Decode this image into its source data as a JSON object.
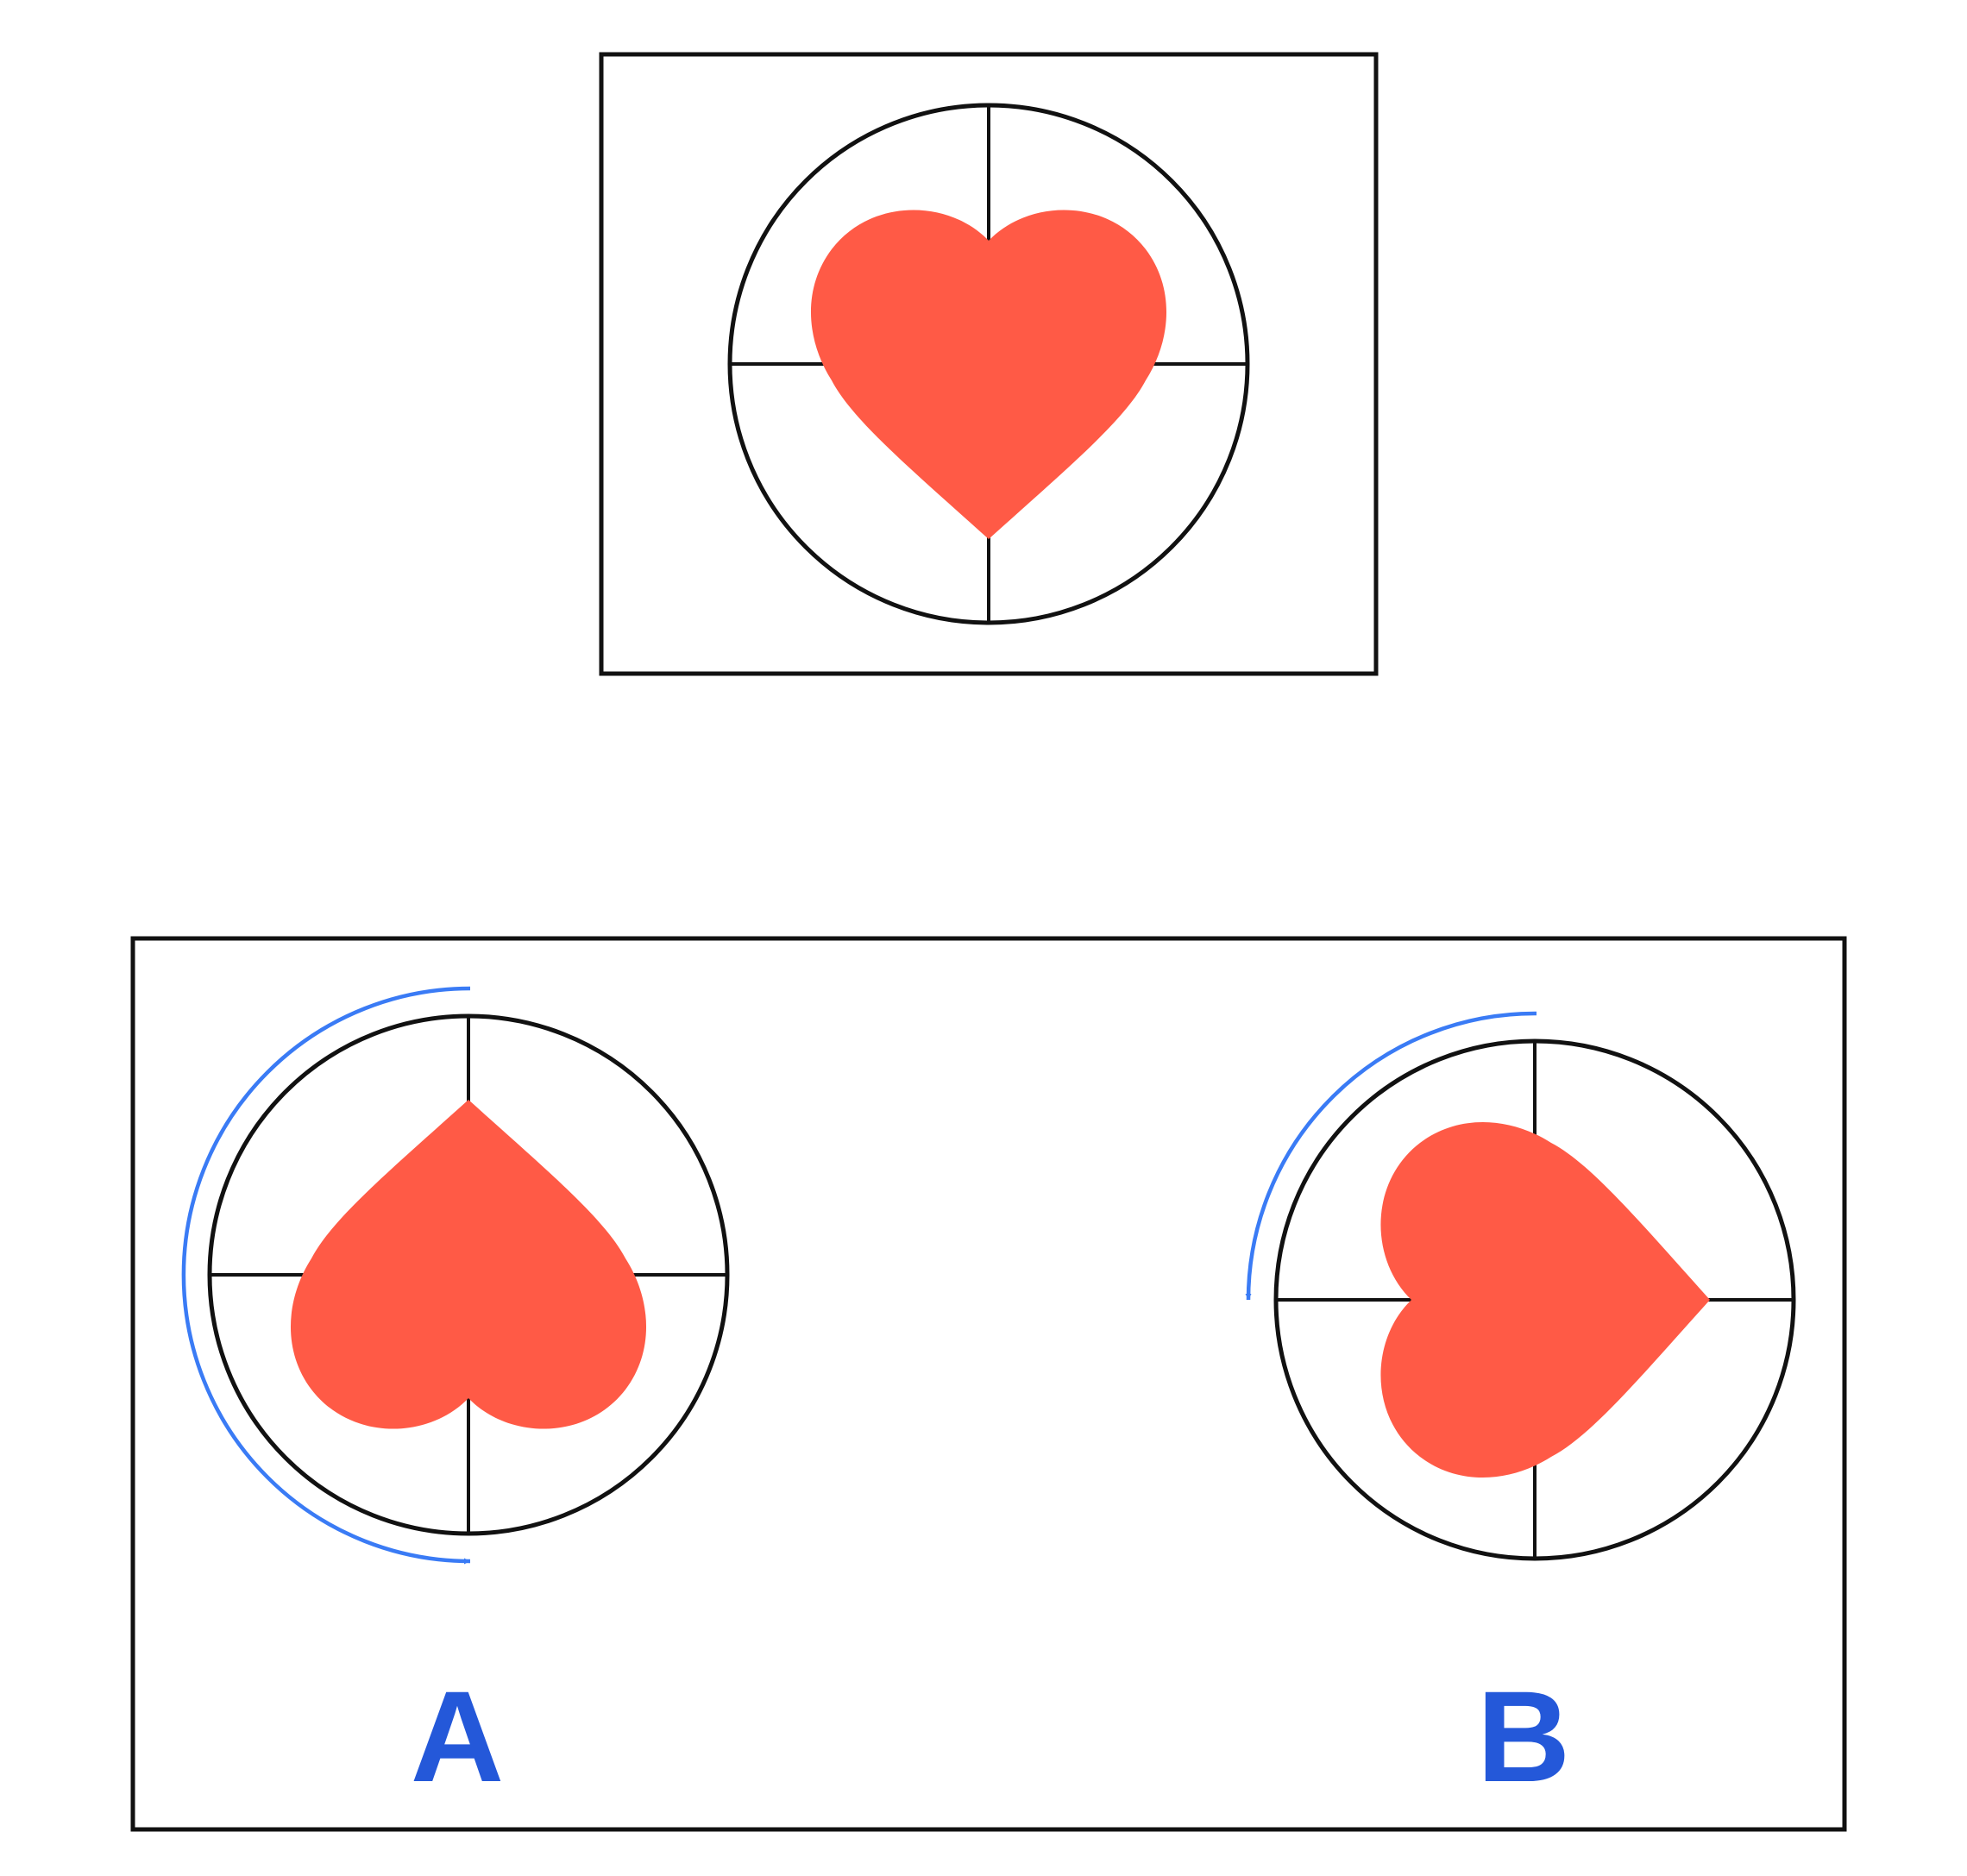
{
  "colors": {
    "heart": "#FF5A46",
    "outline": "#111111",
    "arrow": "#3A7BF5",
    "label": "#2458D9"
  },
  "reference": {
    "heart_direction": "point-down",
    "rotation_deg": 0
  },
  "options": [
    {
      "label": "A",
      "rotation_deg": 180,
      "arrow": "half-turn-counterclockwise"
    },
    {
      "label": "B",
      "rotation_deg": -90,
      "arrow": "quarter-turn-counterclockwise"
    }
  ],
  "icons": {
    "heart": "heart-icon",
    "rotation_arrow": "rotation-arrow-icon"
  }
}
